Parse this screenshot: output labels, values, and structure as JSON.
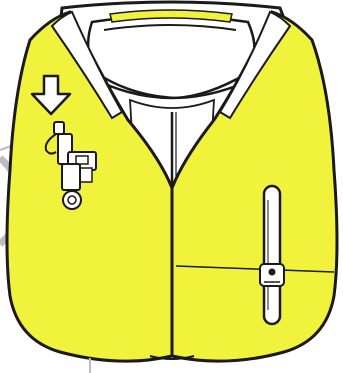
{
  "figure": {
    "subject": "life-vest",
    "colors": {
      "vest_fill": "#f0f23b",
      "outline": "#1a1a1a",
      "collar_fill": "#ffffff",
      "callout_circle": "#bdbdbd",
      "arrow_fill": "#ffffff"
    },
    "parts": [
      {
        "name": "inflation-arrow-icon"
      },
      {
        "name": "inflation-valve"
      },
      {
        "name": "oral-inflation-tube"
      },
      {
        "name": "whistle-light-tab"
      },
      {
        "name": "back-strap"
      }
    ]
  }
}
